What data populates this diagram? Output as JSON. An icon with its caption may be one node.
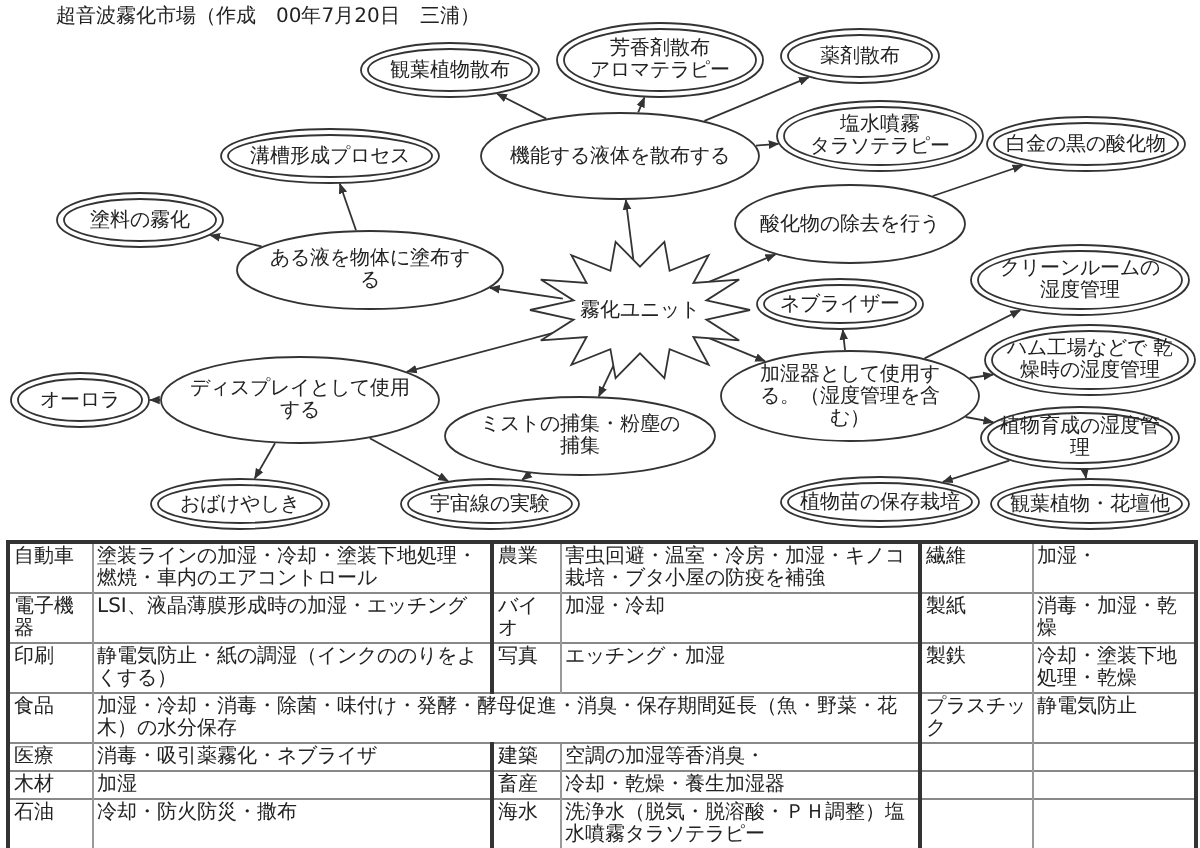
{
  "diagram": {
    "title": "超音波霧化市場（作成　00年7月20日　三浦）",
    "nodes": [
      {
        "text": [
          "霧化ユニット"
        ]
      },
      {
        "text": [
          "機能する液体を散布する"
        ]
      },
      {
        "text": [
          "観葉植物散布"
        ]
      },
      {
        "text": [
          "芳香剤散布",
          "アロマテラピー"
        ]
      },
      {
        "text": [
          "薬剤散布"
        ]
      },
      {
        "text": [
          "塩水噴霧",
          "タラソテラピー"
        ]
      },
      {
        "text": [
          "ある液を物体に塗布する"
        ]
      },
      {
        "text": [
          "溝槽形成プロセス"
        ]
      },
      {
        "text": [
          "塗料の霧化"
        ]
      },
      {
        "text": [
          "酸化物の除去を行う"
        ]
      },
      {
        "text": [
          "白金の黒の酸化物"
        ]
      },
      {
        "text": [
          "ネブライザー"
        ]
      },
      {
        "text": [
          "加湿器として使用する。（湿度管理を含む）"
        ]
      },
      {
        "text": [
          "クリーンルームの湿度管理"
        ]
      },
      {
        "text": [
          "ハム工場などで 乾燥時の湿度管理"
        ]
      },
      {
        "text": [
          "植物育成の湿度管理"
        ]
      },
      {
        "text": [
          "植物苗の保存栽培"
        ]
      },
      {
        "text": [
          "観葉植物・花壇他"
        ]
      },
      {
        "text": [
          "ディスプレイとして使用する"
        ]
      },
      {
        "text": [
          "オーロラ"
        ]
      },
      {
        "text": [
          "おばけやしき"
        ]
      },
      {
        "text": [
          "宇宙線の実験"
        ]
      },
      {
        "text": [
          "ミストの捕集・粉塵の捕集"
        ]
      }
    ],
    "edges": [
      {
        "from": 0,
        "to": 1,
        "arrow": "to"
      },
      {
        "from": 1,
        "to": 2,
        "arrow": "to"
      },
      {
        "from": 1,
        "to": 3,
        "arrow": "to"
      },
      {
        "from": 1,
        "to": 4,
        "arrow": "to"
      },
      {
        "from": 1,
        "to": 5,
        "arrow": "to"
      },
      {
        "from": 0,
        "to": 6,
        "arrow": "to"
      },
      {
        "from": 6,
        "to": 7,
        "arrow": "to"
      },
      {
        "from": 6,
        "to": 8,
        "arrow": "to"
      },
      {
        "from": 0,
        "to": 9,
        "arrow": "to"
      },
      {
        "from": 9,
        "to": 10,
        "arrow": "to"
      },
      {
        "from": 0,
        "to": 12,
        "arrow": "to"
      },
      {
        "from": 12,
        "to": 11,
        "arrow": "to"
      },
      {
        "from": 12,
        "to": 13,
        "arrow": "to"
      },
      {
        "from": 12,
        "to": 14,
        "arrow": "to"
      },
      {
        "from": 12,
        "to": 15,
        "arrow": "to"
      },
      {
        "from": 15,
        "to": 16,
        "arrow": "to"
      },
      {
        "from": 15,
        "to": 17,
        "arrow": "to"
      },
      {
        "from": 0,
        "to": 18,
        "arrow": "to"
      },
      {
        "from": 18,
        "to": 19,
        "arrow": "to"
      },
      {
        "from": 18,
        "to": 20,
        "arrow": "to"
      },
      {
        "from": 18,
        "to": 21,
        "arrow": "to"
      },
      {
        "from": 0,
        "to": 22,
        "arrow": "to"
      },
      {
        "from": 22,
        "to": 21,
        "arrow": "to"
      }
    ],
    "labels": [
      "自動車",
      "塗装ラインの加湿・冷却・塗装下地処理・燃焼・車内のエアコントロール",
      "農業",
      "害虫回避・温室・冷房・加湿・キノコ栽培・ブタ小屋の防疫を補強",
      "繊維",
      "加湿・",
      "電子機器",
      "LSI、液晶薄膜形成時の加湿・エッチング",
      "バイオ",
      "加湿・冷却",
      "製紙",
      "消毒・加湿・乾燥",
      "印刷",
      "静電気防止・紙の調湿（インクののりをよくする）",
      "写真",
      "エッチング・加湿",
      "製鉄",
      "冷却・塗装下地処理・乾燥",
      "食品",
      "加湿・冷却・消毒・除菌・味付け・発酵・酵母促進・消臭・保存期間延長（魚・野菜・花木）の水分保存",
      "プラスチック",
      "静電気防止",
      "医療",
      "消毒・吸引薬霧化・ネブライザ",
      "建築",
      "空調の加湿等香消臭・",
      "木材",
      "加湿",
      "畜産",
      "冷却・乾燥・養生加湿器",
      "石油",
      "冷却・防火防災・撒布",
      "海水",
      "洗浄水（脱気・脱溶酸・ＰＨ調整）塩水噴霧タラソテラピー"
    ]
  }
}
